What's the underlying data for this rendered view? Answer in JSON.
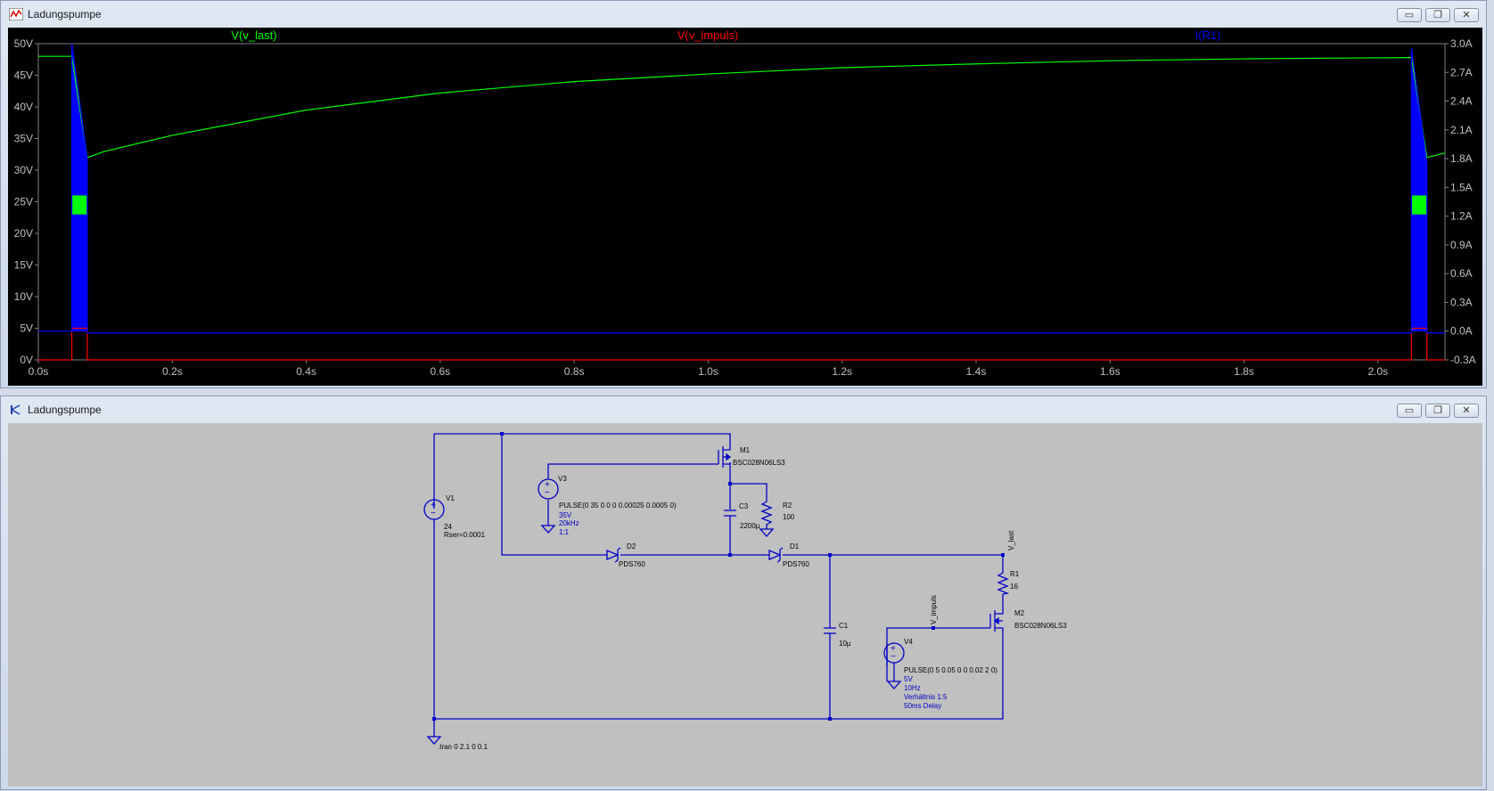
{
  "plot_window": {
    "title": "Ladungspumpe",
    "controls": {
      "minimize": "▭",
      "restore": "❐",
      "close": "✕"
    }
  },
  "schematic_window": {
    "title": "Ladungspumpe",
    "controls": {
      "minimize": "▭",
      "restore": "❐",
      "close": "✕"
    }
  },
  "colors": {
    "background": "#000000",
    "v_last": "#00ff00",
    "v_impuls": "#ff0000",
    "i_r1": "#0000ff",
    "wire": "#0000c8",
    "schematic_bg": "#c0c0c0",
    "axis_text": "#c0c0c0"
  },
  "chart_data": {
    "type": "line",
    "legend": [
      "V(v_last)",
      "V(v_impuls)",
      "I(R1)"
    ],
    "x_ticks": [
      "0.0s",
      "0.2s",
      "0.4s",
      "0.6s",
      "0.8s",
      "1.0s",
      "1.2s",
      "1.4s",
      "1.6s",
      "1.8s",
      "2.0s"
    ],
    "y_left_ticks": [
      "0V",
      "5V",
      "10V",
      "15V",
      "20V",
      "25V",
      "30V",
      "35V",
      "40V",
      "45V",
      "50V"
    ],
    "y_right_ticks": [
      "-0.3A",
      "0.0A",
      "0.3A",
      "0.6A",
      "0.9A",
      "1.2A",
      "1.5A",
      "1.8A",
      "2.1A",
      "2.4A",
      "2.7A",
      "3.0A"
    ],
    "xlim": [
      0,
      2.1
    ],
    "ylim_left": [
      0,
      50
    ],
    "ylim_right": [
      -0.3,
      3.0
    ],
    "series": [
      {
        "name": "V(v_last)",
        "axis": "left",
        "x": [
          0,
          0.05,
          0.05,
          0.073,
          0.1,
          0.2,
          0.4,
          0.6,
          0.8,
          1.0,
          1.2,
          1.4,
          1.6,
          1.8,
          2.05,
          2.05,
          2.073,
          2.1
        ],
        "y": [
          48,
          48,
          48,
          32,
          33,
          35.5,
          39.5,
          42.2,
          44,
          45.2,
          46.2,
          46.8,
          47.3,
          47.6,
          47.8,
          47.8,
          32,
          32.7
        ]
      },
      {
        "name": "V(v_impuls)",
        "axis": "left",
        "x": [
          0,
          0.05,
          0.05,
          0.073,
          0.073,
          2.05,
          2.05,
          2.073,
          2.073,
          2.1
        ],
        "y": [
          0,
          0,
          5,
          5,
          0,
          0,
          5,
          5,
          0,
          0
        ]
      },
      {
        "name": "I(R1)",
        "axis": "right",
        "x": [
          0,
          0.05,
          0.05,
          0.073,
          0.073,
          2.05,
          2.05,
          2.073,
          2.073,
          2.1
        ],
        "y": [
          0.0,
          0.0,
          3.0,
          1.8,
          -0.02,
          -0.02,
          2.95,
          1.75,
          -0.02,
          -0.02
        ]
      }
    ]
  },
  "schematic": {
    "v1": {
      "name": "V1",
      "value": "24",
      "extra": "Rser=0.0001"
    },
    "v3": {
      "name": "V3",
      "value": "PULSE(0 35 0 0 0 0.00025 0.0005 0)",
      "note1": "35V",
      "note2": "20kHz",
      "note3": "1:1"
    },
    "v4": {
      "name": "V4",
      "value": "PULSE(0 5 0.05 0 0 0.02 2 0)",
      "note1": "5V",
      "note2": "10Hz",
      "note3": "Verhältnis 1:5",
      "note4": "50ms Delay"
    },
    "m1": {
      "name": "M1",
      "value": "BSC028N06LS3"
    },
    "m2": {
      "name": "M2",
      "value": "BSC028N06LS3"
    },
    "c3": {
      "name": "C3",
      "value": "2200µ"
    },
    "c1": {
      "name": "C1",
      "value": "10µ"
    },
    "r2": {
      "name": "R2",
      "value": "100"
    },
    "r1": {
      "name": "R1",
      "value": "16"
    },
    "d2": {
      "name": "D2",
      "value": "PDS760"
    },
    "d1": {
      "name": "D1",
      "value": "PDS760"
    },
    "net_v_last": "V_last",
    "net_v_impuls": "V_impuls",
    "directive": ".tran 0 2.1 0 0.1"
  }
}
